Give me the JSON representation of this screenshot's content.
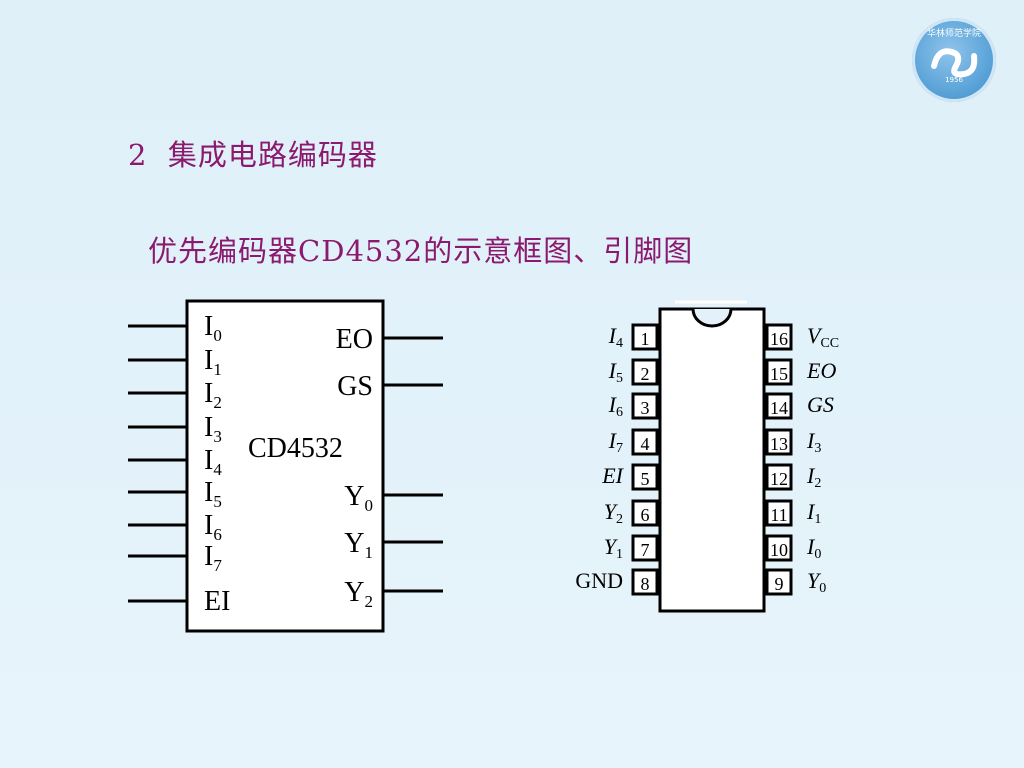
{
  "slide": {
    "heading_number": "2",
    "heading_text": "集成电路编码器",
    "subheading": "优先编码器CD4532的示意框图、引脚图"
  },
  "logo": {
    "text": "华林师范学院",
    "year": "1956"
  },
  "block_diagram": {
    "chip_name": "CD4532",
    "inputs": [
      {
        "name": "I",
        "sub": "0"
      },
      {
        "name": "I",
        "sub": "1"
      },
      {
        "name": "I",
        "sub": "2"
      },
      {
        "name": "I",
        "sub": "3"
      },
      {
        "name": "I",
        "sub": "4"
      },
      {
        "name": "I",
        "sub": "5"
      },
      {
        "name": "I",
        "sub": "6"
      },
      {
        "name": "I",
        "sub": "7"
      },
      {
        "name": "EI",
        "sub": ""
      }
    ],
    "outputs": [
      {
        "name": "EO",
        "sub": ""
      },
      {
        "name": "GS",
        "sub": ""
      },
      {
        "name": "Y",
        "sub": "0"
      },
      {
        "name": "Y",
        "sub": "1"
      },
      {
        "name": "Y",
        "sub": "2"
      }
    ]
  },
  "pinout": {
    "left_pins": [
      {
        "num": "1",
        "name": "I",
        "sub": "4",
        "italic": true
      },
      {
        "num": "2",
        "name": "I",
        "sub": "5",
        "italic": true
      },
      {
        "num": "3",
        "name": "I",
        "sub": "6",
        "italic": true
      },
      {
        "num": "4",
        "name": "I",
        "sub": "7",
        "italic": true
      },
      {
        "num": "5",
        "name": "EI",
        "sub": "",
        "italic": true
      },
      {
        "num": "6",
        "name": "Y",
        "sub": "2",
        "italic": true
      },
      {
        "num": "7",
        "name": "Y",
        "sub": "1",
        "italic": true
      },
      {
        "num": "8",
        "name": "GND",
        "sub": "",
        "italic": false
      }
    ],
    "right_pins": [
      {
        "num": "16",
        "name": "V",
        "sub": "CC",
        "italic": true
      },
      {
        "num": "15",
        "name": "EO",
        "sub": "",
        "italic": true
      },
      {
        "num": "14",
        "name": "GS",
        "sub": "",
        "italic": true
      },
      {
        "num": "13",
        "name": "I",
        "sub": "3",
        "italic": true
      },
      {
        "num": "12",
        "name": "I",
        "sub": "2",
        "italic": true
      },
      {
        "num": "11",
        "name": "I",
        "sub": "1",
        "italic": true
      },
      {
        "num": "10",
        "name": "I",
        "sub": "0",
        "italic": true
      },
      {
        "num": "9",
        "name": "Y",
        "sub": "0",
        "italic": true
      }
    ]
  }
}
